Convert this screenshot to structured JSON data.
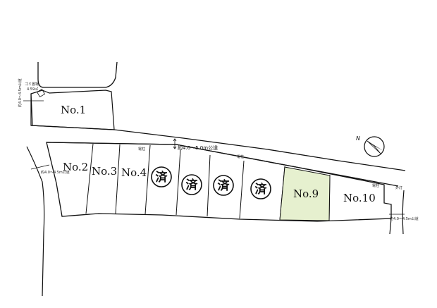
{
  "lots": [
    {
      "id": "lot-1",
      "label": "No.1",
      "status": "available"
    },
    {
      "id": "lot-2",
      "label": "No.2",
      "status": "available"
    },
    {
      "id": "lot-3",
      "label": "No.3",
      "status": "available"
    },
    {
      "id": "lot-4",
      "label": "No.4",
      "status": "available"
    },
    {
      "id": "lot-5",
      "label": "",
      "status": "sold"
    },
    {
      "id": "lot-6",
      "label": "",
      "status": "sold"
    },
    {
      "id": "lot-7",
      "label": "",
      "status": "sold"
    },
    {
      "id": "lot-8",
      "label": "",
      "status": "sold"
    },
    {
      "id": "lot-9",
      "label": "No.9",
      "status": "highlighted"
    },
    {
      "id": "lot-10",
      "label": "No.10",
      "status": "available"
    }
  ],
  "sold_mark": "済",
  "road_label": "約4.6～5.0m公道",
  "annotations": {
    "gomi_label_1": "ゴミ置場",
    "gomi_label_2": "4.59㎡",
    "side_road_nw": "約4.0～4.5m公道",
    "side_road_w": "約4.0～4.5m公道",
    "side_road_e": "約4.0～4.5m公道",
    "pole_1": "電柱",
    "pole_2": "電柱",
    "pole_3": "電柱",
    "pole_4": "外灯"
  },
  "compass": {
    "label": "N"
  },
  "colors": {
    "highlight": "#e6f0cf",
    "line": "#111111"
  }
}
